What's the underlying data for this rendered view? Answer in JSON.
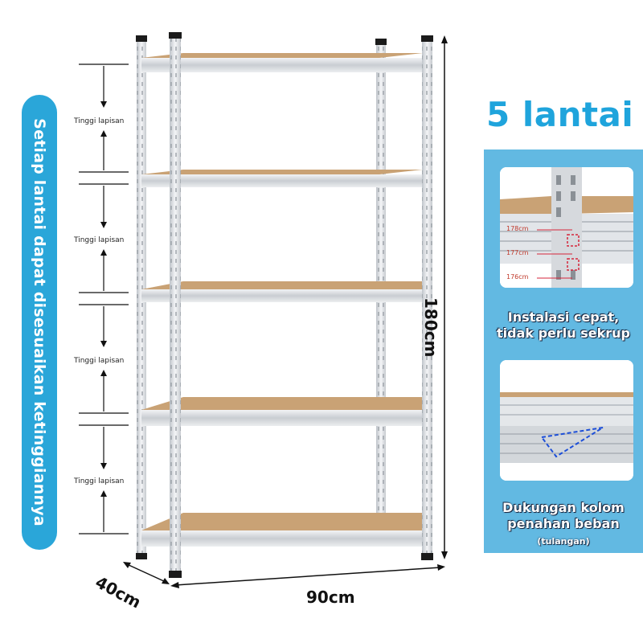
{
  "side_note": "Setiap lantai dapat disesuaikan ketinggiannya",
  "headline": "5 lantai",
  "gap_labels": [
    "Tinggi lapisan",
    "Tinggi lapisan",
    "Tinggi lapisan",
    "Tinggi lapisan"
  ],
  "dimensions": {
    "height": "180cm",
    "width": "90cm",
    "depth": "40cm"
  },
  "features": [
    {
      "caption_line1": "Instalasi cepat,",
      "caption_line2": "tidak perlu sekrup",
      "heights": [
        "178cm",
        "177cm",
        "176cm"
      ]
    },
    {
      "caption_line1": "Dukungan kolom",
      "caption_line2": "penahan beban",
      "caption_note": "(tulangan)"
    }
  ],
  "colors": {
    "accent": "#2aa6d9",
    "panel": "#62b9e2",
    "board": "#c9a275",
    "steel": "#dfe2e6"
  }
}
